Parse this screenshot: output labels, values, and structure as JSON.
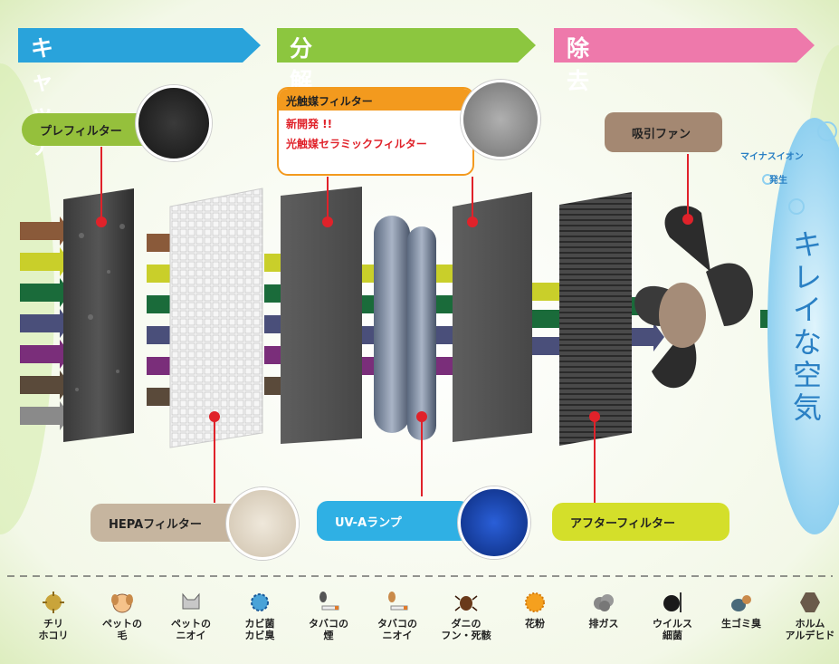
{
  "stages": [
    "キャッチ",
    "分 解",
    "除 去"
  ],
  "labels": {
    "prefilter": "プレフィルター",
    "photocatalyst": "光触媒フィルター",
    "new_dev": "新開発 !!",
    "ceramic": "光触媒セラミックフィルター",
    "fan": "吸引ファン",
    "minus_ion": "マイナスイオン",
    "minus_ion2": "発生",
    "hepa": "HEPAフィルター",
    "uva": "UV-Aランプ",
    "after": "アフターフィルター",
    "clean_air": [
      "キ",
      "レ",
      "イ",
      "な",
      "空",
      "気"
    ]
  },
  "legend": [
    {
      "icon": "dust-icon",
      "text": "チリ\nホコリ"
    },
    {
      "icon": "pet-dog-icon",
      "text": "ペットの\n毛"
    },
    {
      "icon": "pet-cat-icon",
      "text": "ペットの\nニオイ"
    },
    {
      "icon": "mold-icon",
      "text": "カビ菌\nカビ臭"
    },
    {
      "icon": "cigarette-smoke-icon",
      "text": "タバコの\n煙"
    },
    {
      "icon": "cigarette-odor-icon",
      "text": "タバコの\nニオイ"
    },
    {
      "icon": "mite-icon",
      "text": "ダニの\nフン・死骸"
    },
    {
      "icon": "pollen-icon",
      "text": "花粉"
    },
    {
      "icon": "exhaust-gas-icon",
      "text": "排ガス"
    },
    {
      "icon": "virus-icon",
      "text": "ウイルス\n細菌"
    },
    {
      "icon": "garbage-odor-icon",
      "text": "生ゴミ臭"
    },
    {
      "icon": "formaldehyde-icon",
      "text": "ホルム\nアルデヒド"
    }
  ],
  "colors": {
    "catch": "#29a3db",
    "decompose": "#8cc63f",
    "remove": "#ee79ab",
    "arrow_brown": "#8a5a3a",
    "arrow_yellow": "#c9cf2a",
    "arrow_green": "#1a6b3a",
    "arrow_navy": "#4a4f7a",
    "arrow_purple": "#7a2e7a",
    "arrow_dark": "#5a4a3a",
    "arrow_gray": "#8a8a8a",
    "prefilter_pill": "#95c03c",
    "photocat_pill": "#f39a1e",
    "fan_pill": "#a48872",
    "hepa_pill": "#c6b59f",
    "uva_pill": "#2fb0e4",
    "after_pill": "#d4df2a",
    "red": "#e0222a"
  }
}
